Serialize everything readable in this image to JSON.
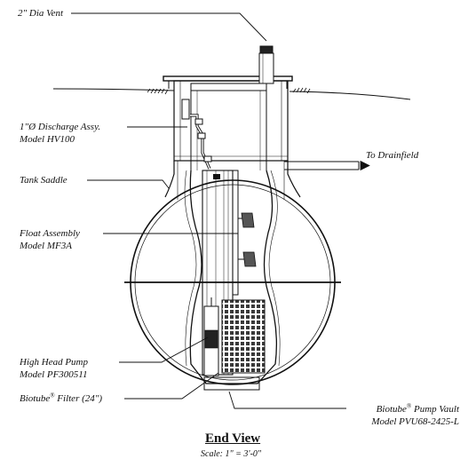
{
  "labels": {
    "vent": "2\" Dia Vent",
    "discharge_line1": "1\"Ø  Discharge Assy.",
    "discharge_line2": "Model HV100",
    "drainfield": "To Drainfield",
    "saddle": "Tank Saddle",
    "float_line1": "Float Assembly",
    "float_line2": "Model MF3A",
    "pump_line1": "High Head Pump",
    "pump_line2": "Model PF300511",
    "filter_pre": "Biotube",
    "filter_post": " Filter (24\")",
    "vault_line1_pre": "Biotube",
    "vault_line1_post": " Pump Vault",
    "vault_line2": "Model PVU68-2425-L",
    "registered": "®"
  },
  "title": "End View",
  "scale": "Scale: 1\" = 3'-0\"",
  "colors": {
    "ink": "#111111",
    "grid": "#8a8a8a",
    "background": "#ffffff"
  }
}
